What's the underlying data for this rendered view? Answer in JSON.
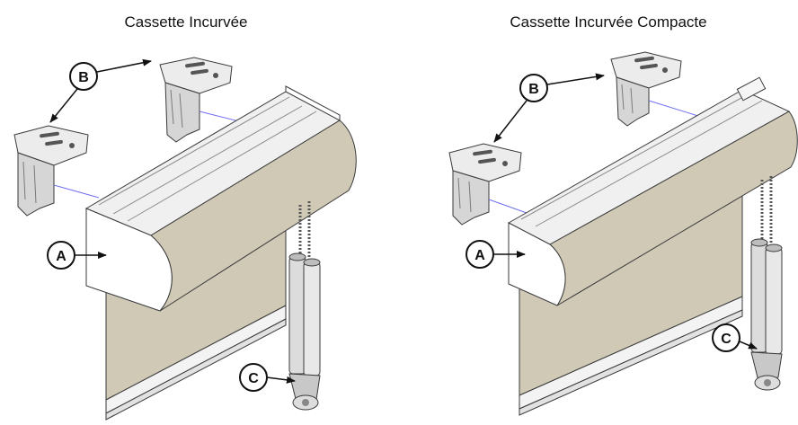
{
  "figures": [
    {
      "title": "Cassette Incurvée",
      "callouts": {
        "a": "A",
        "b": "B",
        "c": "C"
      }
    },
    {
      "title": "Cassette Incurvée Compacte",
      "callouts": {
        "a": "A",
        "b": "B",
        "c": "C"
      }
    }
  ],
  "colors": {
    "fabric": "#cfc9b6",
    "fabric_shade": "#b9b29c",
    "metal": "#e8e8e8",
    "metal_dark": "#9a9a9a",
    "outline": "#3a3a3a",
    "guide_line": "#6f6ff0"
  }
}
